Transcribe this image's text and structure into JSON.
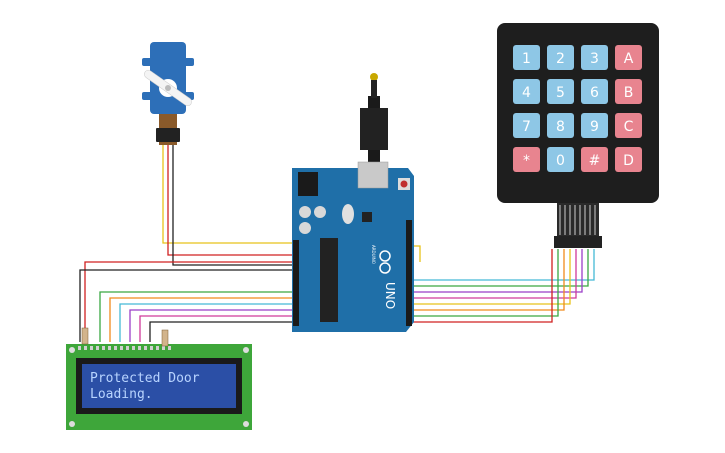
{
  "lcd": {
    "line1": "Protected Door",
    "line2": "Loading."
  },
  "keypad": {
    "keys": [
      {
        "label": "1",
        "type": "digit"
      },
      {
        "label": "2",
        "type": "digit"
      },
      {
        "label": "3",
        "type": "digit"
      },
      {
        "label": "A",
        "type": "letter"
      },
      {
        "label": "4",
        "type": "digit"
      },
      {
        "label": "5",
        "type": "digit"
      },
      {
        "label": "6",
        "type": "digit"
      },
      {
        "label": "B",
        "type": "letter"
      },
      {
        "label": "7",
        "type": "digit"
      },
      {
        "label": "8",
        "type": "digit"
      },
      {
        "label": "9",
        "type": "digit"
      },
      {
        "label": "C",
        "type": "letter"
      },
      {
        "label": "*",
        "type": "symbol"
      },
      {
        "label": "0",
        "type": "digit"
      },
      {
        "label": "#",
        "type": "symbol"
      },
      {
        "label": "D",
        "type": "letter"
      }
    ],
    "colors": {
      "digit": "#8ec7e6",
      "letter": "#e8848f",
      "symbol": "#e8848f"
    }
  },
  "arduino": {
    "brand": "ARDUINO",
    "model": "UNO",
    "color": "#1f6fa8"
  },
  "colors": {
    "wire_red": "#d02020",
    "wire_black": "#222222",
    "wire_yellow": "#e8c21a",
    "wire_green": "#3aa842",
    "wire_orange": "#f08a1c",
    "wire_cyan": "#45b9d6",
    "wire_purple": "#9b3fc8",
    "wire_magenta": "#d03a9a",
    "lcd_board": "#3ea63a",
    "lcd_screen": "#2b4fa6",
    "servo_body": "#2d6fb8",
    "keypad_body": "#1e1e1e"
  }
}
